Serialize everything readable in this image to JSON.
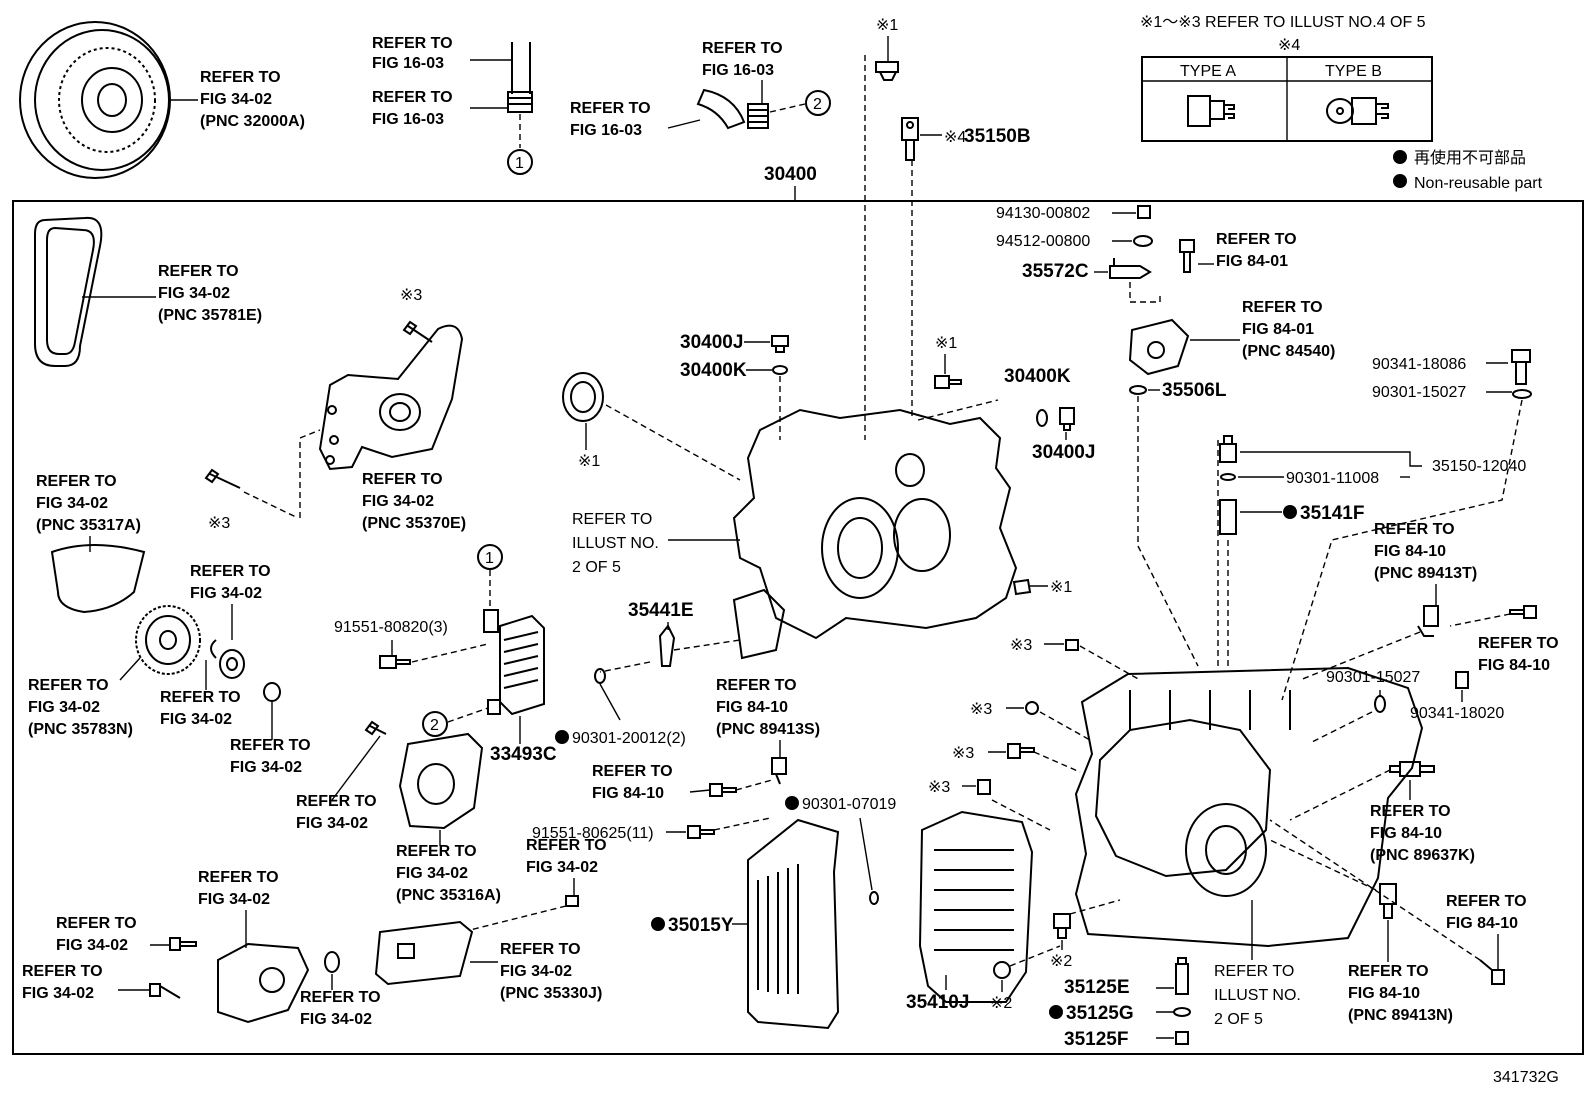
{
  "header": {
    "note_refer": "※1～※3 REFER TO ILLUST NO.4 OF 5",
    "note_4": "※4",
    "type_a": "TYPE A",
    "type_b": "TYPE B",
    "legend_jp": "再使用不可部品",
    "legend_en": "Non-reusable part"
  },
  "main_assembly": "30400",
  "illust_number": "341732G",
  "callouts": {
    "c1": "1",
    "c2": "2",
    "m1": "※1",
    "m2": "※2",
    "m3": "※3",
    "m4": "※4"
  },
  "refer_texts": {
    "refer": "REFER TO",
    "fig_16_03": "FIG 16-03",
    "fig_34_02": "FIG 34-02",
    "fig_84_01": "FIG 84-01",
    "fig_84_10": "FIG 84-10",
    "illust_no": "ILLUST NO.",
    "two_of_5": "2 OF 5",
    "pnc_32000A": "(PNC 32000A)",
    "pnc_35781E": "(PNC 35781E)",
    "pnc_35370E": "(PNC 35370E)",
    "pnc_35317A": "(PNC 35317A)",
    "pnc_35783N": "(PNC 35783N)",
    "pnc_35316A": "(PNC 35316A)",
    "pnc_35330J": "(PNC 35330J)",
    "pnc_84540": "(PNC 84540)",
    "pnc_89413T": "(PNC 89413T)",
    "pnc_89413S": "(PNC 89413S)",
    "pnc_89637K": "(PNC 89637K)",
    "pnc_89413N": "(PNC 89413N)"
  },
  "parts": {
    "p35150B": "35150B",
    "p94130": "94130-00802",
    "p94512": "94512-00800",
    "p35572C": "35572C",
    "p35506L": "35506L",
    "p90341_18086": "90341-18086",
    "p90301_15027": "90301-15027",
    "p35150_12040": "35150-12040",
    "p90301_11008": "90301-11008",
    "p35141F": "35141F",
    "p30400J": "30400J",
    "p30400K": "30400K",
    "p91551_80820": "91551-80820(3)",
    "p35441E": "35441E",
    "p90301_20012": "90301-20012(2)",
    "p33493C": "33493C",
    "p90341_18020": "90341-18020",
    "p91551_80625": "91551-80625(11)",
    "p90301_07019": "90301-07019",
    "p35015Y": "35015Y",
    "p35410J": "35410J",
    "p35125E": "35125E",
    "p35125G": "35125G",
    "p35125F": "35125F"
  }
}
